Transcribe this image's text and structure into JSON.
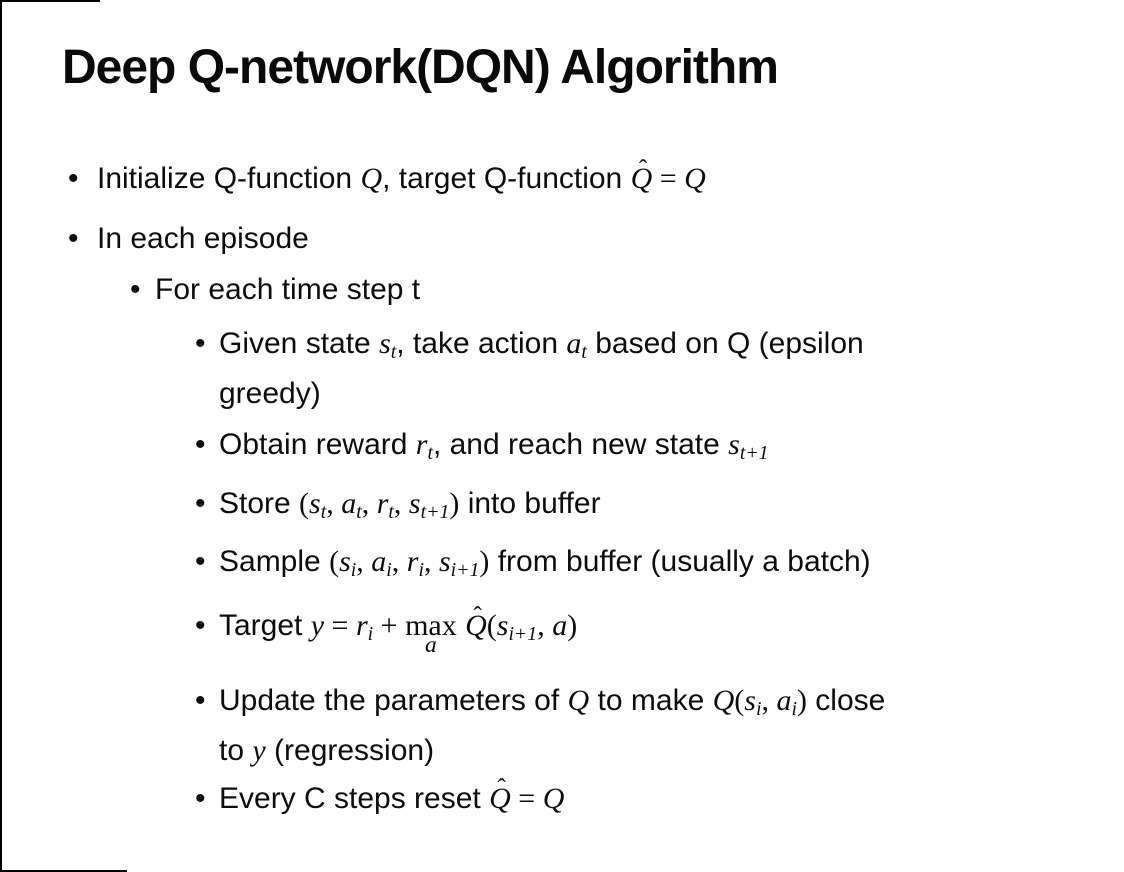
{
  "slide": {
    "title": "Deep Q-network(DQN) Algorithm",
    "bullet_char": "•",
    "symbols": {
      "hat": "ˆ"
    },
    "colors": {
      "text": "#0d0d0d",
      "background": "#ffffff",
      "border": "#000000"
    }
  },
  "content": {
    "initialize": {
      "runs": [
        {
          "t": "Initialize Q-function "
        },
        {
          "t": "Q",
          "s": "m"
        },
        {
          "t": ", target Q-function "
        },
        {
          "t": "Q",
          "s": "hat"
        },
        {
          "t": " = ",
          "s": "mr"
        },
        {
          "t": "Q",
          "s": "m"
        }
      ]
    },
    "in_each_episode": {
      "runs": [
        {
          "t": "In each episode"
        }
      ]
    },
    "for_each_time_step": {
      "runs": [
        {
          "t": "For each time step t"
        }
      ]
    },
    "given_state": {
      "runs": [
        {
          "t": "Given state "
        },
        {
          "t": "s",
          "s": "m"
        },
        {
          "t": "t",
          "s": "sub"
        },
        {
          "t": ", take action "
        },
        {
          "t": "a",
          "s": "m"
        },
        {
          "t": "t",
          "s": "sub"
        },
        {
          "t": " based on Q (epsilon"
        }
      ],
      "runs2": [
        {
          "t": "greedy)"
        }
      ]
    },
    "obtain_reward": {
      "runs": [
        {
          "t": "Obtain reward "
        },
        {
          "t": "r",
          "s": "m"
        },
        {
          "t": "t",
          "s": "sub"
        },
        {
          "t": ", and reach new state "
        },
        {
          "t": "s",
          "s": "m"
        },
        {
          "t": "t+1",
          "s": "sub"
        }
      ]
    },
    "store_buffer": {
      "runs": [
        {
          "t": "Store "
        },
        {
          "t": "(",
          "s": "mr"
        },
        {
          "t": "s",
          "s": "m"
        },
        {
          "t": "t",
          "s": "sub"
        },
        {
          "t": ", ",
          "s": "mr"
        },
        {
          "t": "a",
          "s": "m"
        },
        {
          "t": "t",
          "s": "sub"
        },
        {
          "t": ", ",
          "s": "mr"
        },
        {
          "t": "r",
          "s": "m"
        },
        {
          "t": "t",
          "s": "sub"
        },
        {
          "t": ", ",
          "s": "mr"
        },
        {
          "t": "s",
          "s": "m"
        },
        {
          "t": "t+1",
          "s": "sub"
        },
        {
          "t": ")",
          "s": "mr"
        },
        {
          "t": " into buffer"
        }
      ]
    },
    "sample_buffer": {
      "runs": [
        {
          "t": "Sample "
        },
        {
          "t": "(",
          "s": "mr"
        },
        {
          "t": "s",
          "s": "m"
        },
        {
          "t": "i",
          "s": "sub"
        },
        {
          "t": ", ",
          "s": "mr"
        },
        {
          "t": "a",
          "s": "m"
        },
        {
          "t": "i",
          "s": "sub"
        },
        {
          "t": ", ",
          "s": "mr"
        },
        {
          "t": "r",
          "s": "m"
        },
        {
          "t": "i",
          "s": "sub"
        },
        {
          "t": ", ",
          "s": "mr"
        },
        {
          "t": "s",
          "s": "m"
        },
        {
          "t": "i+1",
          "s": "sub"
        },
        {
          "t": ")",
          "s": "mr"
        },
        {
          "t": " from buffer (usually a batch)"
        }
      ]
    },
    "target_y": {
      "runs": [
        {
          "t": "Target "
        },
        {
          "t": "y",
          "s": "m"
        },
        {
          "t": " = ",
          "s": "mr"
        },
        {
          "t": "r",
          "s": "m"
        },
        {
          "t": "i",
          "s": "sub"
        },
        {
          "t": " + ",
          "s": "mr"
        },
        {
          "t": "max",
          "u": "a",
          "s": "stack"
        },
        {
          "t": " "
        },
        {
          "t": "Q",
          "s": "hat"
        },
        {
          "t": "(",
          "s": "mr"
        },
        {
          "t": "s",
          "s": "m"
        },
        {
          "t": "i+1",
          "s": "sub"
        },
        {
          "t": ", ",
          "s": "mr"
        },
        {
          "t": "a",
          "s": "m"
        },
        {
          "t": ")",
          "s": "mr"
        }
      ]
    },
    "update_parameters": {
      "runs": [
        {
          "t": "Update the parameters of "
        },
        {
          "t": "Q",
          "s": "m"
        },
        {
          "t": " to make "
        },
        {
          "t": "Q",
          "s": "m"
        },
        {
          "t": "(",
          "s": "mr"
        },
        {
          "t": "s",
          "s": "m"
        },
        {
          "t": "i",
          "s": "sub"
        },
        {
          "t": ", ",
          "s": "mr"
        },
        {
          "t": "a",
          "s": "m"
        },
        {
          "t": "i",
          "s": "sub"
        },
        {
          "t": ")",
          "s": "mr"
        },
        {
          "t": " close"
        }
      ],
      "runs2": [
        {
          "t": "to "
        },
        {
          "t": "y",
          "s": "m"
        },
        {
          "t": " (regression)"
        }
      ]
    },
    "every_c_steps": {
      "runs": [
        {
          "t": "Every C steps reset "
        },
        {
          "t": "Q",
          "s": "hat"
        },
        {
          "t": " = ",
          "s": "mr"
        },
        {
          "t": "Q",
          "s": "m"
        }
      ]
    }
  }
}
